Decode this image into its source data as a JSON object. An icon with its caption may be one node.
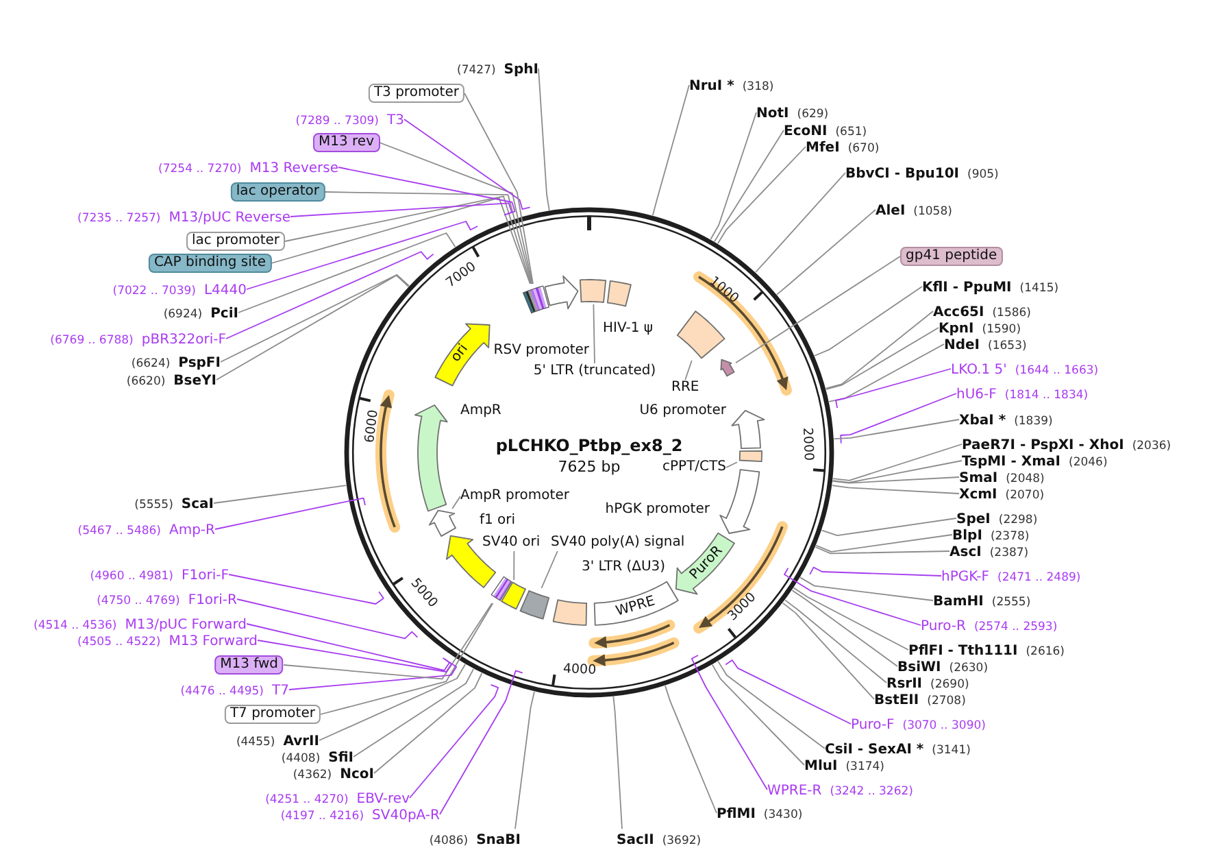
{
  "diagram": {
    "title": "pLCHKO_Ptbp_ex8_2",
    "nodes": [
      {
        "text": [],
        "shape": "box"
      },
      {
        "text": [],
        "shape": "box",
        "beside": [
          "HIV-1 ψ"
        ]
      },
      {
        "text": [],
        "shape": "box"
      },
      {
        "text": [],
        "shape": "arrow"
      },
      {
        "text": [],
        "shape": "arrow",
        "beside": [
          "U6 promoter"
        ]
      },
      {
        "text": [],
        "shape": "box"
      },
      {
        "text": [],
        "shape": "arrow",
        "beside": [
          "hPGK promoter"
        ]
      },
      {
        "text": [
          "PuroR"
        ]
      },
      {
        "text": [
          "WPRE"
        ]
      },
      {
        "text": [],
        "shape": "box"
      },
      {
        "text": [],
        "shape": "box"
      },
      {
        "text": [],
        "shape": "box"
      },
      {
        "text": [],
        "shape": "bar"
      },
      {
        "text": [],
        "shape": "arrow",
        "beside": [
          "f1 ori"
        ]
      },
      {
        "text": [],
        "shape": "arrow"
      },
      {
        "text": [],
        "shape": "arrow",
        "beside": [
          "AmpR"
        ]
      },
      {
        "text": [
          "ori"
        ]
      },
      {
        "text": [],
        "shape": "bar"
      },
      {
        "text": [],
        "shape": "arrow"
      },
      {
        "text": [
          "5' LTR (truncated)"
        ]
      },
      {
        "text": [
          "RRE"
        ]
      },
      {
        "text": [
          "cPPT/CTS"
        ]
      },
      {
        "text": [
          "SV40 poly(A) signal"
        ]
      },
      {
        "text": [
          "SV40 ori"
        ]
      },
      {
        "text": [
          "AmpR promoter"
        ]
      },
      {
        "text": [
          "NruI *",
          "(318)"
        ]
      },
      {
        "text": [
          "NotI",
          "(629)"
        ]
      },
      {
        "text": [
          "EcoNI",
          "(651)"
        ]
      },
      {
        "text": [
          "MfeI",
          "(670)"
        ]
      },
      {
        "text": [
          "BbvCI - Bpu10I",
          "(905)"
        ]
      },
      {
        "text": [
          "AleI",
          "(1058)"
        ]
      },
      {
        "text": [
          "gp41 peptide"
        ]
      },
      {
        "text": [
          "KflI - PpuMI",
          "(1415)"
        ]
      },
      {
        "text": [
          "Acc65I",
          "(1586)"
        ]
      },
      {
        "text": [
          "KpnI",
          "(1590)"
        ]
      },
      {
        "text": [
          "NdeI",
          "(1653)"
        ]
      },
      {
        "text": [
          "LKO.1 5'",
          "(1644 .. 1663)"
        ]
      },
      {
        "text": [
          "hU6-F",
          "(1814 .. 1834)"
        ]
      },
      {
        "text": [
          "XbaI *",
          "(1839)"
        ]
      },
      {
        "text": [
          "PaeR7I - PspXI - XhoI",
          "(2036)"
        ]
      },
      {
        "text": [
          "TspMI - XmaI",
          "(2046)"
        ]
      },
      {
        "text": [
          "SmaI",
          "(2048)"
        ]
      },
      {
        "text": [
          "XcmI",
          "(2070)"
        ]
      },
      {
        "text": [
          "SpeI",
          "(2298)"
        ]
      },
      {
        "text": [
          "BlpI",
          "(2378)"
        ]
      },
      {
        "text": [
          "AscI",
          "(2387)"
        ]
      },
      {
        "text": [
          "hPGK-F",
          "(2471 .. 2489)"
        ]
      },
      {
        "text": [
          "BamHI",
          "(2555)"
        ]
      },
      {
        "text": [
          "Puro-R",
          "(2574 .. 2593)"
        ]
      },
      {
        "text": [
          "PflFI - Tth111I",
          "(2616)"
        ]
      },
      {
        "text": [
          "BsiWI",
          "(2630)"
        ]
      },
      {
        "text": [
          "RsrII",
          "(2690)"
        ]
      },
      {
        "text": [
          "BstEII",
          "(2708)"
        ]
      },
      {
        "text": [
          "Puro-F",
          "(3070 .. 3090)"
        ]
      },
      {
        "text": [
          "CsiI - SexAI *",
          "(3141)"
        ]
      },
      {
        "text": [
          "MluI",
          "(3174)"
        ]
      },
      {
        "text": [
          "WPRE-R",
          "(3242 .. 3262)"
        ]
      },
      {
        "text": [
          "PflMI",
          "(3430)"
        ]
      },
      {
        "text": [
          "SacII",
          "(3692)"
        ]
      },
      {
        "text": [
          "(4086)",
          "SnaBI"
        ]
      },
      {
        "text": [
          "(4197 .. 4216)",
          "SV40pA-R"
        ]
      },
      {
        "text": [
          "(4251 .. 4270)",
          "EBV-rev"
        ]
      },
      {
        "text": [
          "(4362)",
          "NcoI"
        ]
      },
      {
        "text": [
          "(4408)",
          "SfiI"
        ]
      },
      {
        "text": [
          "(4455)",
          "AvrII"
        ]
      },
      {
        "text": [
          "T7 promoter"
        ]
      },
      {
        "text": [
          "(4476 .. 4495)",
          "T7"
        ]
      },
      {
        "text": [
          "M13 fwd"
        ]
      },
      {
        "text": [
          "(4505 .. 4522)",
          "M13 Forward"
        ]
      },
      {
        "text": [
          "(4514 .. 4536)",
          "M13/pUC Forward"
        ]
      },
      {
        "text": [
          "(4750 .. 4769)",
          "F1ori-R"
        ]
      },
      {
        "text": [
          "(4960 .. 4981)",
          "F1ori-F"
        ]
      },
      {
        "text": [
          "(5467 .. 5486)",
          "Amp-R"
        ]
      },
      {
        "text": [
          "(5555)",
          "ScaI"
        ]
      },
      {
        "text": [
          "(6620)",
          "BseYI"
        ]
      },
      {
        "text": [
          "(6624)",
          "PspFI"
        ]
      },
      {
        "text": [
          "(6769 .. 6788)",
          "pBR322ori-F"
        ]
      },
      {
        "text": [
          "(6924)",
          "PciI"
        ]
      },
      {
        "text": [
          "(7022 .. 7039)",
          "L4440"
        ]
      },
      {
        "text": [
          "CAP binding site"
        ]
      },
      {
        "text": [
          "lac promoter"
        ]
      },
      {
        "text": [
          "(7235 .. 7257)",
          "M13/pUC Reverse"
        ]
      },
      {
        "text": [
          "lac operator"
        ]
      },
      {
        "text": [
          "(7254 .. 7270)",
          "M13 Reverse"
        ]
      },
      {
        "text": [
          "M13 rev"
        ]
      },
      {
        "text": [
          "(7289 .. 7309)",
          "T3"
        ]
      },
      {
        "text": [
          "T3 promoter"
        ]
      },
      {
        "text": [
          "(7427)",
          "SphI"
        ]
      }
    ],
    "edges": [
      {
        "from": 19,
        "to": 0,
        "arrow": "none"
      },
      {
        "from": 20,
        "to": 2,
        "arrow": "none"
      },
      {
        "from": 21,
        "to": 5,
        "arrow": "none"
      },
      {
        "from": 22,
        "to": 10,
        "arrow": "none"
      },
      {
        "from": 23,
        "to": 11,
        "arrow": "none"
      },
      {
        "from": 24,
        "to": 14,
        "arrow": "none"
      },
      {
        "from": 25,
        "to": null,
        "arrow": "none"
      },
      {
        "from": 26,
        "to": null,
        "arrow": "none"
      },
      {
        "from": 27,
        "to": null,
        "arrow": "none"
      },
      {
        "from": 28,
        "to": null,
        "arrow": "none"
      },
      {
        "from": 29,
        "to": null,
        "arrow": "none"
      },
      {
        "from": 30,
        "to": null,
        "arrow": "none"
      },
      {
        "from": 31,
        "to": 3,
        "arrow": "none"
      },
      {
        "from": 32,
        "to": null,
        "arrow": "none"
      },
      {
        "from": 33,
        "to": null,
        "arrow": "none"
      },
      {
        "from": 34,
        "to": null,
        "arrow": "none"
      },
      {
        "from": 35,
        "to": null,
        "arrow": "none"
      },
      {
        "from": 36,
        "to": null,
        "arrow": "none",
        "color": "#a63cf0"
      },
      {
        "from": 37,
        "to": null,
        "arrow": "none",
        "color": "#a63cf0"
      },
      {
        "from": 38,
        "to": null,
        "arrow": "none"
      },
      {
        "from": 39,
        "to": null,
        "arrow": "none"
      },
      {
        "from": 40,
        "to": null,
        "arrow": "none"
      },
      {
        "from": 41,
        "to": null,
        "arrow": "none"
      },
      {
        "from": 42,
        "to": null,
        "arrow": "none"
      },
      {
        "from": 43,
        "to": null,
        "arrow": "none"
      },
      {
        "from": 44,
        "to": null,
        "arrow": "none"
      },
      {
        "from": 45,
        "to": null,
        "arrow": "none"
      },
      {
        "from": 46,
        "to": null,
        "arrow": "none",
        "color": "#a63cf0"
      },
      {
        "from": 47,
        "to": null,
        "arrow": "none"
      },
      {
        "from": 48,
        "to": null,
        "arrow": "none",
        "color": "#a63cf0"
      },
      {
        "from": 49,
        "to": null,
        "arrow": "none"
      },
      {
        "from": 50,
        "to": null,
        "arrow": "none"
      },
      {
        "from": 51,
        "to": null,
        "arrow": "none"
      },
      {
        "from": 52,
        "to": null,
        "arrow": "none"
      },
      {
        "from": 53,
        "to": null,
        "arrow": "none",
        "color": "#a63cf0"
      },
      {
        "from": 54,
        "to": null,
        "arrow": "none"
      },
      {
        "from": 55,
        "to": null,
        "arrow": "none"
      },
      {
        "from": 56,
        "to": null,
        "arrow": "none",
        "color": "#a63cf0"
      },
      {
        "from": 57,
        "to": null,
        "arrow": "none"
      },
      {
        "from": 58,
        "to": null,
        "arrow": "none"
      },
      {
        "from": 59,
        "to": null,
        "arrow": "none"
      },
      {
        "from": 60,
        "to": null,
        "arrow": "none",
        "color": "#a63cf0"
      },
      {
        "from": 61,
        "to": null,
        "arrow": "none",
        "color": "#a63cf0"
      },
      {
        "from": 62,
        "to": null,
        "arrow": "none"
      },
      {
        "from": 63,
        "to": null,
        "arrow": "none"
      },
      {
        "from": 64,
        "to": null,
        "arrow": "none"
      },
      {
        "from": 65,
        "to": 12,
        "arrow": "none"
      },
      {
        "from": 66,
        "to": null,
        "arrow": "none",
        "color": "#a63cf0"
      },
      {
        "from": 67,
        "to": 12,
        "arrow": "none"
      },
      {
        "from": 68,
        "to": null,
        "arrow": "none",
        "color": "#a63cf0"
      },
      {
        "from": 69,
        "to": null,
        "arrow": "none",
        "color": "#a63cf0"
      },
      {
        "from": 70,
        "to": null,
        "arrow": "none",
        "color": "#a63cf0"
      },
      {
        "from": 71,
        "to": null,
        "arrow": "none",
        "color": "#a63cf0"
      },
      {
        "from": 72,
        "to": null,
        "arrow": "none",
        "color": "#a63cf0"
      },
      {
        "from": 73,
        "to": null,
        "arrow": "none"
      },
      {
        "from": 74,
        "to": null,
        "arrow": "none"
      },
      {
        "from": 75,
        "to": null,
        "arrow": "none"
      },
      {
        "from": 76,
        "to": null,
        "arrow": "none",
        "color": "#a63cf0"
      },
      {
        "from": 77,
        "to": null,
        "arrow": "none"
      },
      {
        "from": 78,
        "to": null,
        "arrow": "none",
        "color": "#a63cf0"
      },
      {
        "from": 79,
        "to": 17,
        "arrow": "none"
      },
      {
        "from": 80,
        "to": 17,
        "arrow": "none"
      },
      {
        "from": 81,
        "to": null,
        "arrow": "none",
        "color": "#a63cf0"
      },
      {
        "from": 82,
        "to": 17,
        "arrow": "none"
      },
      {
        "from": 83,
        "to": null,
        "arrow": "none",
        "color": "#a63cf0"
      },
      {
        "from": 84,
        "to": 17,
        "arrow": "none"
      },
      {
        "from": 85,
        "to": null,
        "arrow": "none",
        "color": "#a63cf0"
      },
      {
        "from": 86,
        "to": 17,
        "arrow": "none"
      },
      {
        "from": 87,
        "to": null,
        "arrow": "none"
      }
    ],
    "labels": [
      "RSV promoter",
      "7625 bp",
      "3' LTR (ΔU3)",
      "1000",
      "2000",
      "3000",
      "4000",
      "5000",
      "6000",
      "7000"
    ]
  }
}
